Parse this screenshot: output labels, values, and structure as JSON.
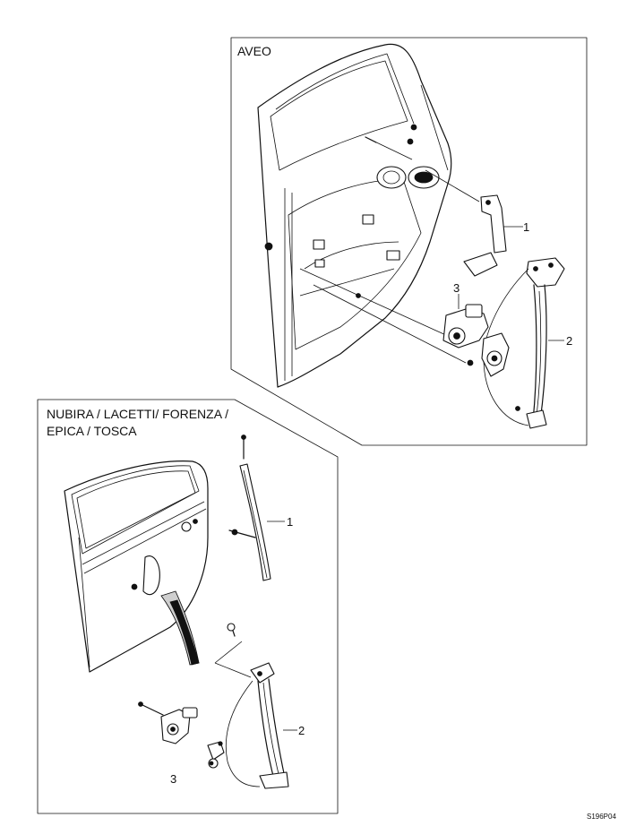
{
  "panels": {
    "aveo": {
      "title": "AVEO",
      "callouts": [
        "1",
        "2",
        "3"
      ]
    },
    "nubira": {
      "title_line1": "NUBIRA / LACETTI/ FORENZA /",
      "title_line2": "EPICA / TOSCA",
      "callouts": [
        "1",
        "2",
        "3"
      ]
    }
  },
  "figure_code": "S196P04"
}
